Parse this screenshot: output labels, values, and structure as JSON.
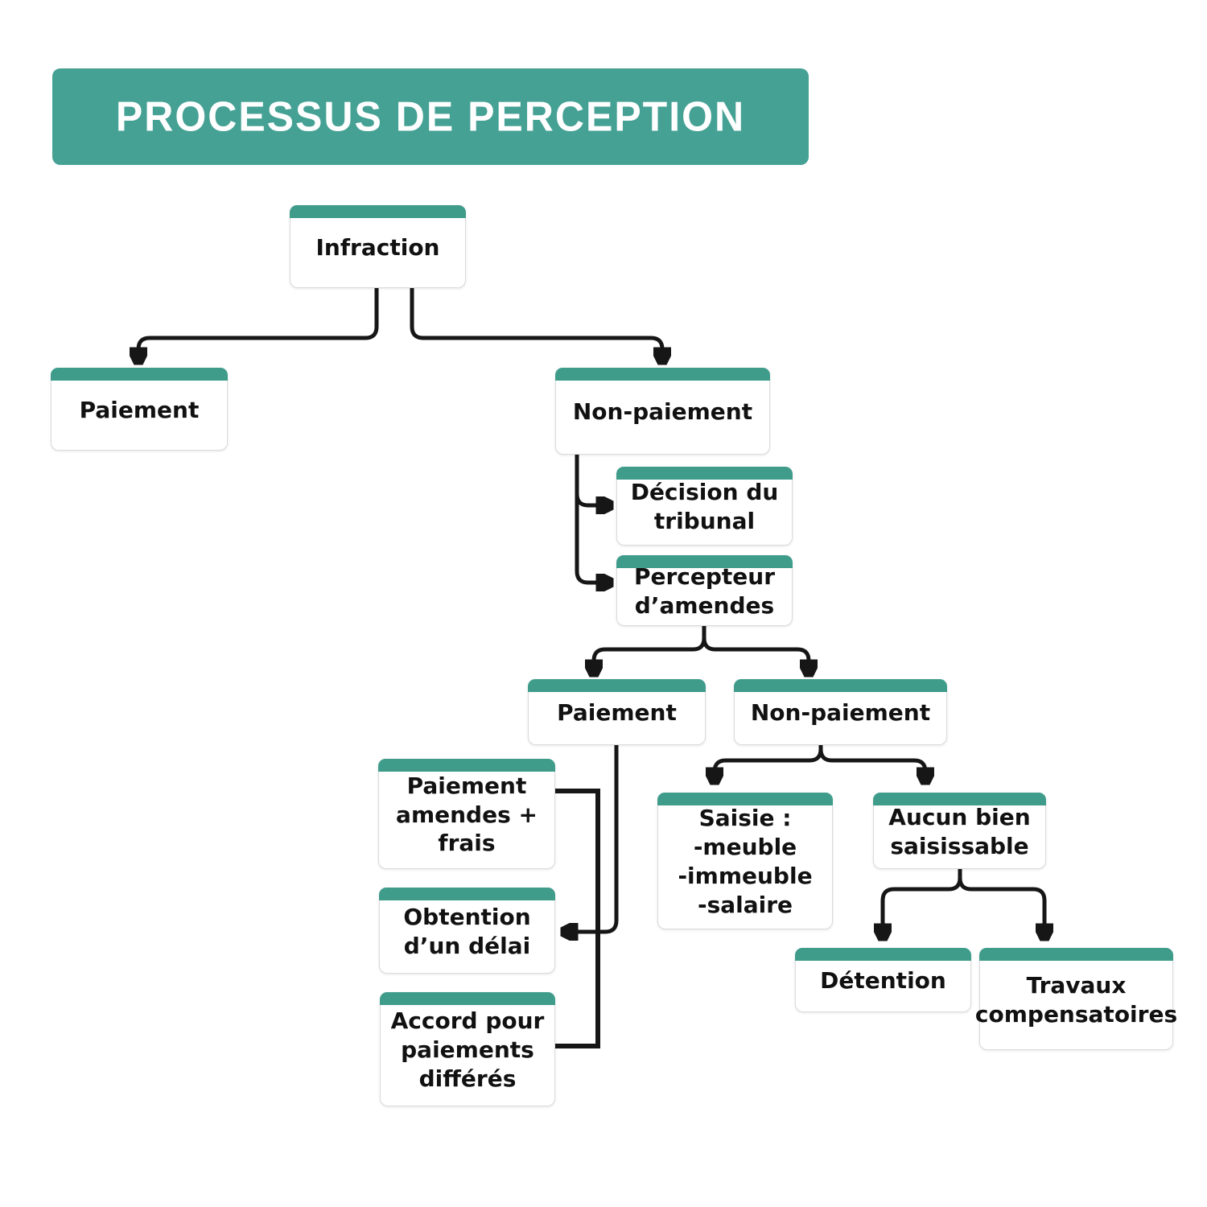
{
  "title": "PROCESSUS DE PERCEPTION",
  "colors": {
    "banner_teal": "#46A195",
    "node_header_teal": "#3F9C8B",
    "connector_black": "#161616",
    "node_border_gray": "#DBDBDB",
    "text_black": "#111111",
    "background_white": "#FFFFFF"
  },
  "nodes": {
    "infraction": {
      "label": "Infraction"
    },
    "paiement_1": {
      "label": "Paiement"
    },
    "non_paiement_1": {
      "label": "Non-paiement"
    },
    "decision_tribunal": {
      "label": [
        "Décision du",
        "tribunal"
      ]
    },
    "percepteur_amendes": {
      "label": [
        "Percepteur",
        "d’amendes"
      ]
    },
    "paiement_2": {
      "label": "Paiement"
    },
    "non_paiement_2": {
      "label": "Non-paiement"
    },
    "paiement_amendes_frais": {
      "label": [
        "Paiement",
        "amendes +",
        "frais"
      ]
    },
    "obtention_delai": {
      "label": [
        "Obtention",
        "d’un délai"
      ]
    },
    "accord_paiements_differes": {
      "label": [
        "Accord pour",
        "paiements",
        "différés"
      ]
    },
    "saisie": {
      "label": [
        "Saisie :",
        "-meuble",
        "-immeuble",
        "-salaire"
      ]
    },
    "aucun_bien_saisissable": {
      "label": [
        "Aucun bien",
        "saisissable"
      ]
    },
    "detention": {
      "label": "Détention"
    },
    "travaux_compensatoires": {
      "label": [
        "Travaux",
        "compensatoires"
      ]
    }
  },
  "edges": [
    {
      "from": "infraction",
      "to": "paiement_1",
      "arrow": true
    },
    {
      "from": "infraction",
      "to": "non_paiement_1",
      "arrow": true
    },
    {
      "from": "non_paiement_1",
      "to": "decision_tribunal",
      "arrow": true
    },
    {
      "from": "non_paiement_1",
      "to": "percepteur_amendes",
      "arrow": true
    },
    {
      "from": "percepteur_amendes",
      "to": "paiement_2",
      "arrow": true
    },
    {
      "from": "percepteur_amendes",
      "to": "non_paiement_2",
      "arrow": true
    },
    {
      "from": "paiement_2",
      "to": "obtention_delai",
      "arrow": true
    },
    {
      "from": "paiement_amendes_frais",
      "to": "accord_paiements_differes",
      "arrow": false,
      "style": "bracket"
    },
    {
      "from": "non_paiement_2",
      "to": "saisie",
      "arrow": true
    },
    {
      "from": "non_paiement_2",
      "to": "aucun_bien_saisissable",
      "arrow": true
    },
    {
      "from": "aucun_bien_saisissable",
      "to": "detention",
      "arrow": true
    },
    {
      "from": "aucun_bien_saisissable",
      "to": "travaux_compensatoires",
      "arrow": true
    }
  ]
}
